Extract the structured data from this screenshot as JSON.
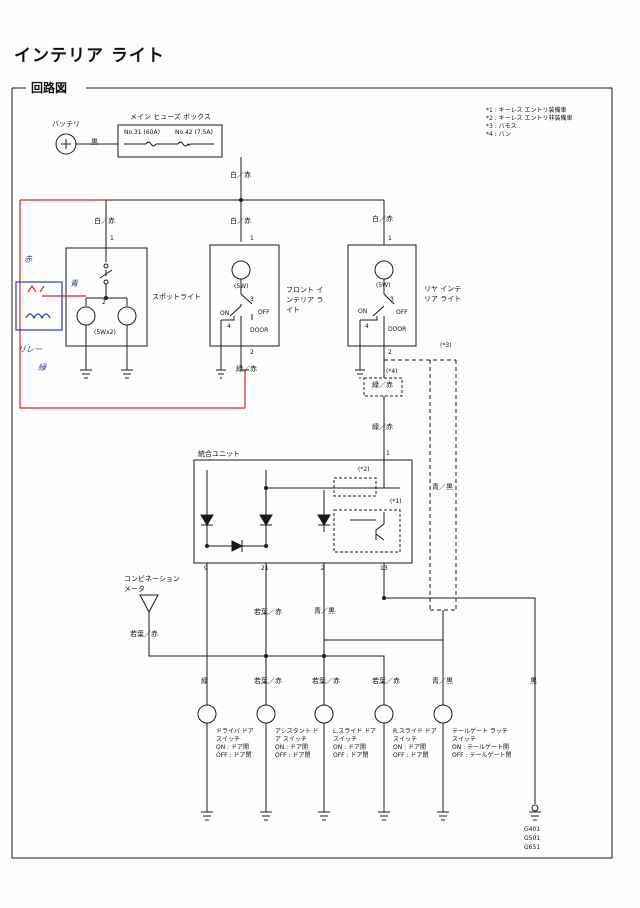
{
  "title": "インテリア ライト",
  "section": "回路図",
  "notes": [
    "*1 : キーレス エントリ装備車",
    "*2 : キーレス エントリ非装備車",
    "*3 : バモス",
    "*4 : バン"
  ],
  "battery": "バッテリ",
  "fuse_box": {
    "label": "メイン ヒューズ ボックス",
    "fuse1": "No.31 (60A)",
    "fuse2": "No.42 (7.5A)"
  },
  "wires": {
    "black": "黒",
    "white_red": "白／赤",
    "green_red": "緑／赤",
    "green": "緑",
    "lgreen_red": "若葉／赤",
    "blue_black": "青／黒"
  },
  "spot_light": {
    "label": "スポットライト",
    "bulb": "(5Wx2)",
    "pin1": "1",
    "pin2": "2"
  },
  "front_light": {
    "label": "フロント インテリア ライト",
    "bulb": "(5W)",
    "on": "ON",
    "off": "OFF",
    "door": "DOOR",
    "p1": "1",
    "p2": "2",
    "p3": "3",
    "p4": "4"
  },
  "rear_light": {
    "label": "リヤ インテリア ライト",
    "bulb": "(5W)",
    "on": "ON",
    "off": "OFF",
    "door": "DOOR",
    "p1": "1",
    "p2": "2",
    "p3": "3",
    "p4": "4"
  },
  "refs": {
    "r3": "(*3)",
    "r4": "(*4)",
    "r1": "(*1)",
    "r2": "(*2)"
  },
  "unit": {
    "label": "統合ユニット",
    "pin1": "1",
    "pin9": "9",
    "pin21": "21",
    "pin2": "2",
    "pin13": "13"
  },
  "meter": "コンビネーション メータ",
  "switches": [
    {
      "name": "ドライバ ドア スイッチ",
      "on": "ON : ドア開",
      "off": "OFF : ドア閉"
    },
    {
      "name": "アシスタント ドア スイッチ",
      "on": "ON : ドア開",
      "off": "OFF : ドア閉"
    },
    {
      "name": "L.スライド ドア スイッチ",
      "on": "ON : ドア開",
      "off": "OFF : ドア閉"
    },
    {
      "name": "R.スライド ドア スイッチ",
      "on": "ON : ドア開",
      "off": "OFF : ドア閉"
    },
    {
      "name": "テールゲート ラッチ スイッチ",
      "on": "ON : テールゲート開",
      "off": "OFF : テールゲート閉"
    }
  ],
  "grounds": [
    "G401",
    "G501",
    "G651"
  ],
  "handwritten": {
    "red": "赤",
    "blue": "青",
    "relay": "リレー",
    "green": "緑"
  },
  "colors": {
    "ink": "#1a1a1a",
    "annotation_red": "#d42a2a",
    "annotation_blue": "#2a3a9a"
  }
}
